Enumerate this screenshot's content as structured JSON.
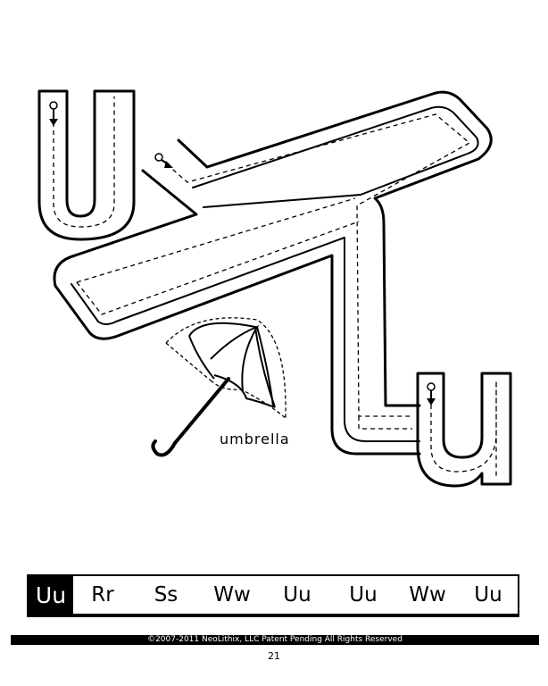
{
  "worksheet": {
    "word": "umbrella",
    "strip_lead": "Uu",
    "strip_pairs": [
      "Rr",
      "Ss",
      "Ww",
      "Uu",
      "Uu",
      "Ww",
      "Uu"
    ],
    "copyright": "©2007-2011 NeoLithix, LLC  Patent Pending  All Rights Reserved",
    "page_number": "21"
  },
  "icons": [
    "start-arrow-icon",
    "umbrella-icon"
  ]
}
